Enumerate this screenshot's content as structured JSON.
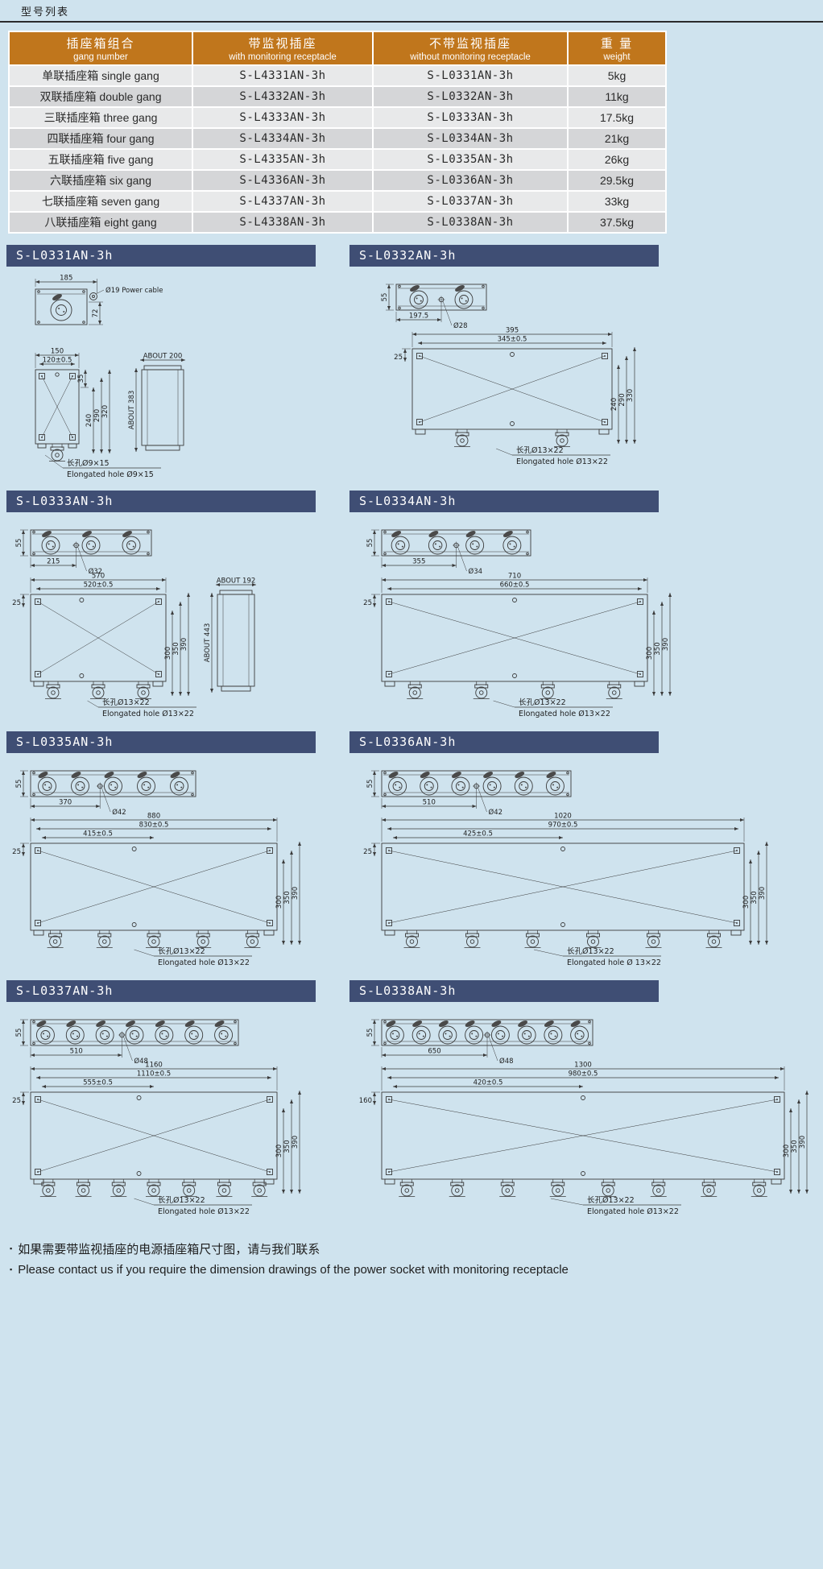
{
  "page": {
    "title": "型号列表",
    "notes": [
      {
        "bullet": "▪",
        "text": "如果需要带监视插座的电源插座箱尺寸图，请与我们联系"
      },
      {
        "bullet": "▪",
        "text": "Please contact us if you require the dimension drawings of the power socket with monitoring receptacle"
      }
    ]
  },
  "colors": {
    "page_bg": "#cfe3ee",
    "table_header_bg": "#c0761c",
    "row_light": "#e8e9ea",
    "row_dark": "#d5d6d8",
    "panel_header_bg": "#3f4e74",
    "line": "#3a3a3a"
  },
  "table": {
    "headers": [
      {
        "cn": "插座箱组合",
        "en": "gang number"
      },
      {
        "cn": "带监视插座",
        "en": "with monitoring receptacle"
      },
      {
        "cn": "不带监视插座",
        "en": "without monitoring receptacle"
      },
      {
        "cn": "重 量",
        "en": "weight"
      }
    ],
    "rows": [
      {
        "gang": "单联插座箱 single gang",
        "with_monitor": "S-L4331AN-3h",
        "without_monitor": "S-L0331AN-3h",
        "weight": "5kg"
      },
      {
        "gang": "双联插座箱 double gang",
        "with_monitor": "S-L4332AN-3h",
        "without_monitor": "S-L0332AN-3h",
        "weight": "11kg"
      },
      {
        "gang": "三联插座箱 three gang",
        "with_monitor": "S-L4333AN-3h",
        "without_monitor": "S-L0333AN-3h",
        "weight": "17.5kg"
      },
      {
        "gang": "四联插座箱 four gang",
        "with_monitor": "S-L4334AN-3h",
        "without_monitor": "S-L0334AN-3h",
        "weight": "21kg"
      },
      {
        "gang": "五联插座箱 five gang",
        "with_monitor": "S-L4335AN-3h",
        "without_monitor": "S-L0335AN-3h",
        "weight": "26kg"
      },
      {
        "gang": "六联插座箱 six gang",
        "with_monitor": "S-L4336AN-3h",
        "without_monitor": "S-L0336AN-3h",
        "weight": "29.5kg"
      },
      {
        "gang": "七联插座箱 seven gang",
        "with_monitor": "S-L4337AN-3h",
        "without_monitor": "S-L0337AN-3h",
        "weight": "33kg"
      },
      {
        "gang": "八联插座箱 eight gang",
        "with_monitor": "S-L4338AN-3h",
        "without_monitor": "S-L0338AN-3h",
        "weight": "37.5kg"
      }
    ]
  },
  "panels": [
    {
      "title": "S-L0331AN-3h",
      "type": "single",
      "dims": {
        "top_width": "185",
        "cable_label": "Ø19 Power cable",
        "top_height": "72",
        "front_width": "150",
        "front_inner": "120±0.5",
        "left_heights": [
          "35",
          "240",
          "290",
          "320"
        ],
        "side_width": "ABOUT 200",
        "side_height": "ABOUT 383",
        "hole_cn": "长孔Ø9×15",
        "hole_en": "Elongated hole Ø9×15"
      }
    },
    {
      "title": "S-L0332AN-3h",
      "type": "multi",
      "gangs": 2,
      "dims": {
        "tv_height": "55",
        "tv_center": "197.5",
        "tv_dia": "Ø28",
        "fw_total": "395",
        "fw_inner": "345±0.5",
        "left_offset": "25",
        "right_heights": [
          "240",
          "290",
          "330"
        ],
        "hole_cn": "长孔Ø13×22",
        "hole_en": "Elongated hole Ø13×22"
      }
    },
    {
      "title": "S-L0333AN-3h",
      "type": "multi",
      "gangs": 3,
      "dims": {
        "tv_height": "55",
        "tv_center": "215",
        "tv_dia": "Ø32",
        "fw_total": "570",
        "fw_inner": "520±0.5",
        "left_offset": "25",
        "right_heights": [
          "300",
          "350",
          "390"
        ],
        "side_width": "ABOUT 192",
        "side_height": "ABOUT 443",
        "hole_cn": "长孔Ø13×22",
        "hole_en": "Elongated hole Ø13×22"
      }
    },
    {
      "title": "S-L0334AN-3h",
      "type": "multi",
      "gangs": 4,
      "dims": {
        "tv_height": "55",
        "tv_center": "355",
        "tv_dia": "Ø34",
        "fw_total": "710",
        "fw_inner": "660±0.5",
        "left_offset": "25",
        "right_heights": [
          "300",
          "350",
          "390"
        ],
        "hole_cn": "长孔Ø13×22",
        "hole_en": "Elongated hole Ø13×22"
      }
    },
    {
      "title": "S-L0335AN-3h",
      "type": "multi",
      "gangs": 5,
      "dims": {
        "tv_height": "55",
        "tv_center": "370",
        "tv_dia": "Ø42",
        "fw_total": "880",
        "fw_inner": "830±0.5",
        "fw_inner2": "415±0.5",
        "left_offset": "25",
        "right_heights": [
          "300",
          "350",
          "390"
        ],
        "hole_cn": "长孔Ø13×22",
        "hole_en": "Elongated hole Ø13×22"
      }
    },
    {
      "title": "S-L0336AN-3h",
      "type": "multi",
      "gangs": 6,
      "dims": {
        "tv_height": "55",
        "tv_center": "510",
        "tv_dia": "Ø42",
        "fw_total": "1020",
        "fw_inner": "970±0.5",
        "fw_inner2": "425±0.5",
        "left_offset": "25",
        "right_heights": [
          "300",
          "350",
          "390"
        ],
        "hole_cn": "长孔Ø13×22",
        "hole_en": "Elongated hole Ø 13×22"
      }
    },
    {
      "title": "S-L0337AN-3h",
      "type": "multi",
      "gangs": 7,
      "dims": {
        "tv_height": "55",
        "tv_center": "510",
        "tv_dia": "Ø48",
        "fw_total": "1160",
        "fw_inner": "1110±0.5",
        "fw_inner2": "555±0.5",
        "left_offset": "25",
        "right_heights": [
          "300",
          "350",
          "390"
        ],
        "hole_cn": "长孔Ø13×22",
        "hole_en": "Elongated hole Ø13×22"
      }
    },
    {
      "title": "S-L0338AN-3h",
      "type": "multi",
      "gangs": 8,
      "dims": {
        "tv_height": "55",
        "tv_center": "650",
        "tv_dia": "Ø48",
        "fw_total": "1300",
        "fw_inner": "980±0.5",
        "fw_inner2": "420±0.5",
        "left_offset": "160",
        "right_heights": [
          "300",
          "350",
          "390"
        ],
        "hole_cn": "长孔Ø13×22",
        "hole_en": "Elongated hole Ø13×22"
      }
    }
  ]
}
